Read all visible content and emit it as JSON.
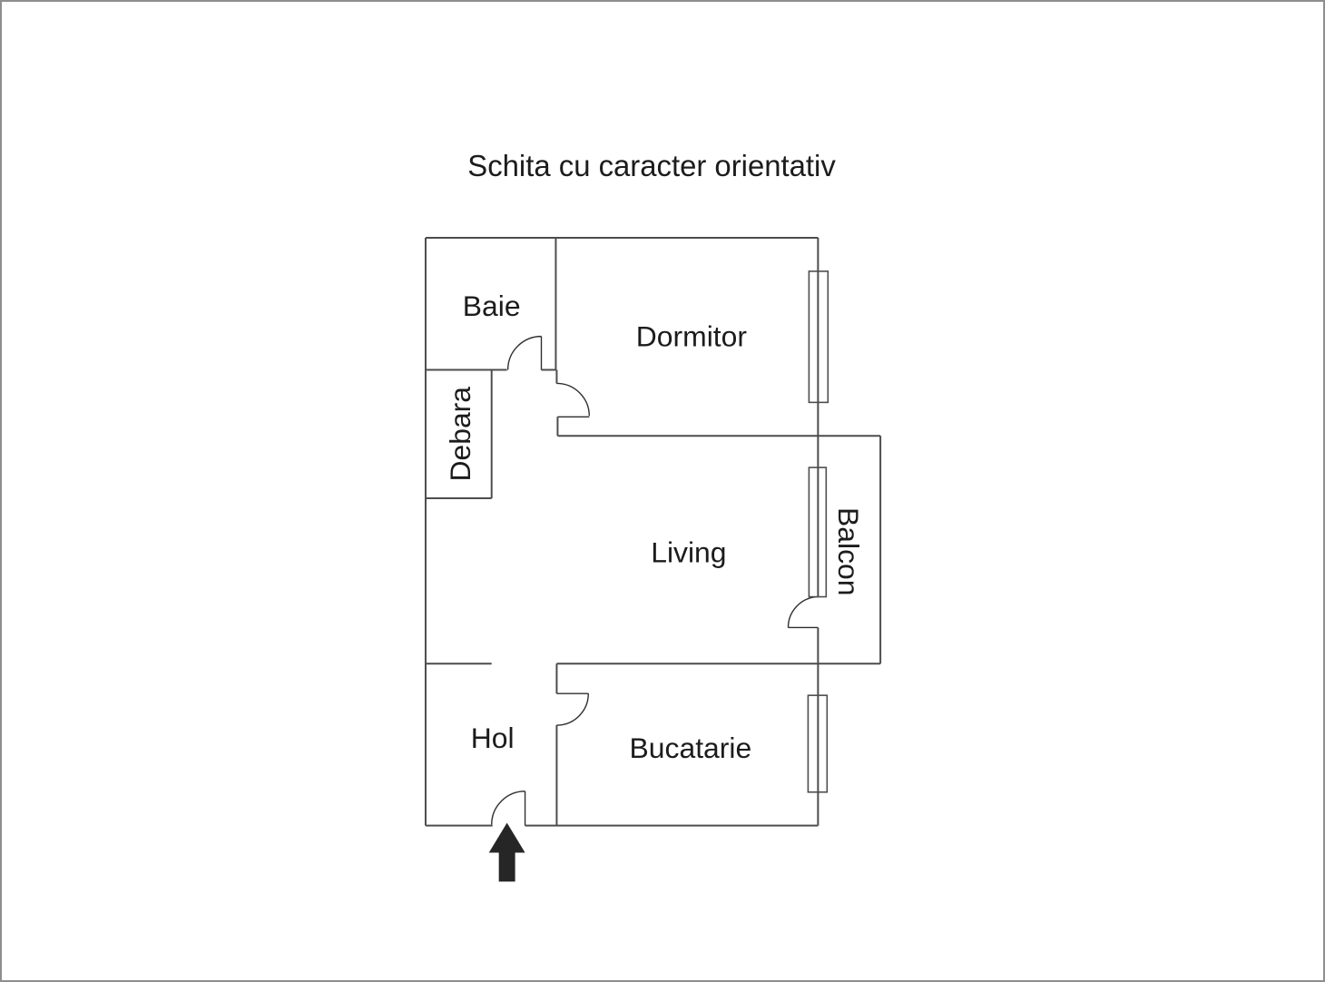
{
  "title": "Schita cu caracter orientativ",
  "rooms": {
    "baie": "Baie",
    "dormitor": "Dormitor",
    "debara": "Debara",
    "living": "Living",
    "balcon": "Balcon",
    "hol": "Hol",
    "bucatarie": "Bucatarie"
  },
  "icons": {
    "entrance_arrow": "arrow-up"
  },
  "colors": {
    "wall": "#4d4d4d",
    "door": "#2f2f2f",
    "window": "#4d4d4d",
    "arrow": "#262626",
    "canvas_border": "#8e8e8e",
    "background": "#ffffff",
    "text": "#1c1c1c"
  }
}
